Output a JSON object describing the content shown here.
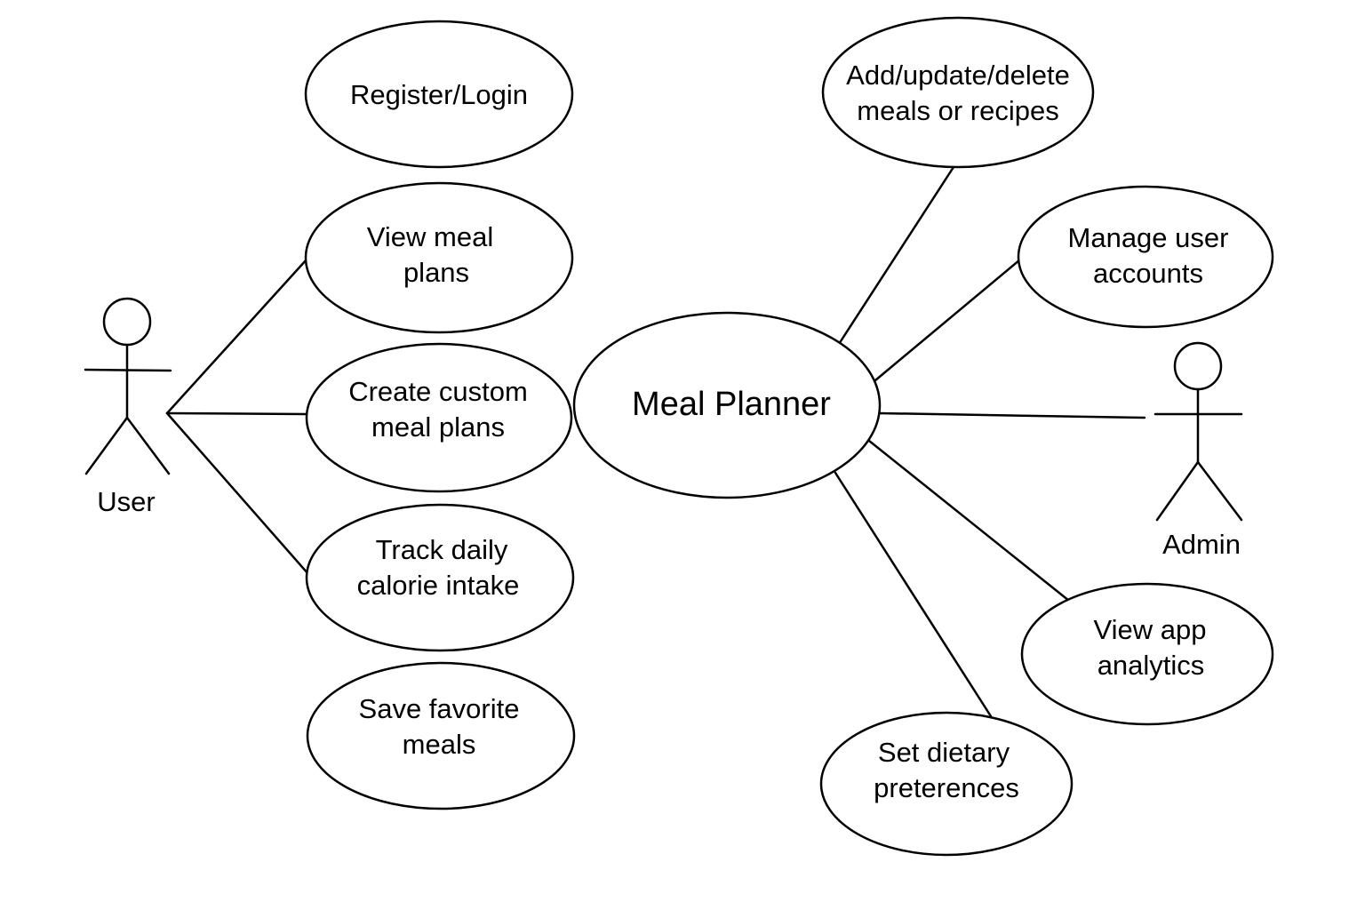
{
  "system": {
    "name": "Meal Planner"
  },
  "actors": {
    "user": "User",
    "admin": "Admin"
  },
  "use_cases": {
    "register_login": [
      "Register/Login"
    ],
    "view_meal_plans": [
      "View meal",
      "plans"
    ],
    "create_custom_meal_plans": [
      "Create custom",
      "meal plans"
    ],
    "track_calorie_intake": [
      "Track daily",
      "calorie intake"
    ],
    "save_favorite_meals": [
      "Save favorite",
      "meals"
    ],
    "manage_meals_recipes": [
      "Add/update/delete",
      "meals or recipes"
    ],
    "manage_user_accounts": [
      "Manage user",
      "accounts"
    ],
    "view_app_analytics": [
      "View app",
      "analytics"
    ],
    "set_dietary_preferences": [
      "Set dietary",
      "preterences"
    ]
  }
}
